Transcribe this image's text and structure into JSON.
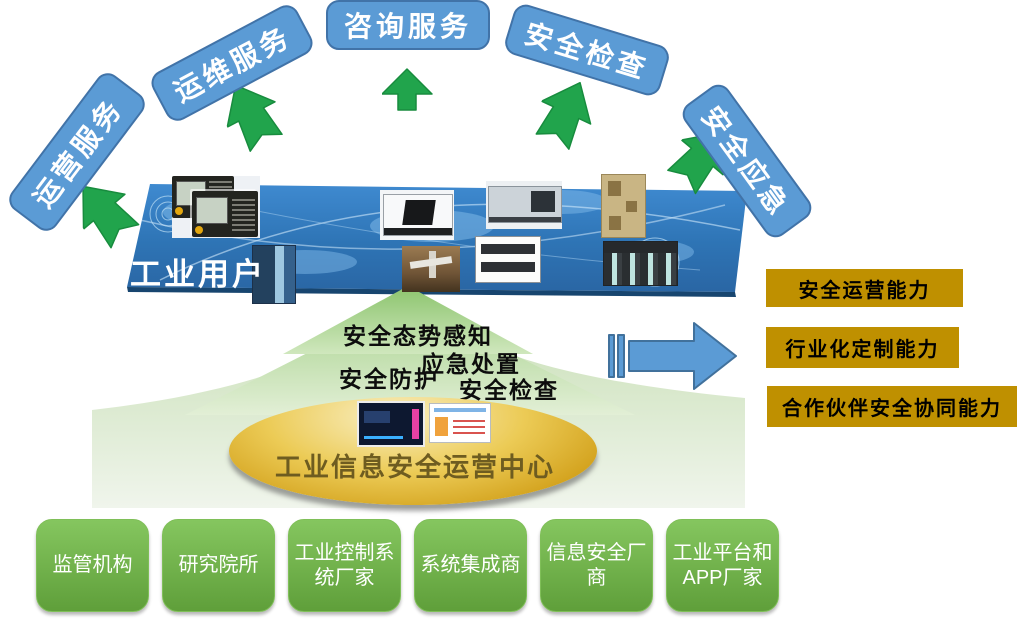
{
  "diagram": {
    "services": [
      {
        "label": "运营服务"
      },
      {
        "label": "运维服务"
      },
      {
        "label": "咨询服务"
      },
      {
        "label": "安全检查"
      },
      {
        "label": "安全应急"
      }
    ],
    "industrial_users": {
      "label": "工业用户",
      "devices": [
        "cnc-control-panels",
        "blue-plc-module",
        "vertical-machining-center",
        "factory-floor-photo",
        "cnc-lathe-machine",
        "white-plc-rack",
        "beige-controller",
        "black-plc-rack"
      ]
    },
    "soc_functions": [
      {
        "label": "安全态势感知"
      },
      {
        "label": "应急处置"
      },
      {
        "label": "安全防护"
      },
      {
        "label": "安全检查"
      }
    ],
    "soc_center": {
      "label": "工业信息安全运营中心",
      "screens": [
        "dark-dashboard-screenshot",
        "report-document-screenshot"
      ]
    },
    "capabilities": [
      {
        "label": "安全运营能力"
      },
      {
        "label": "行业化定制能力"
      },
      {
        "label": "合作伙伴安全协同能力"
      }
    ],
    "partners": [
      {
        "label": "监管机构"
      },
      {
        "label": "研究院所"
      },
      {
        "label": "工业控制系统厂家"
      },
      {
        "label": "系统集成商"
      },
      {
        "label": "信息安全厂商"
      },
      {
        "label": "工业平台和APP厂家"
      }
    ],
    "colors": {
      "service_box": "#5B9BD5",
      "service_box_border": "#4173A8",
      "arrow_green": "#21A44C",
      "capability_box": "#BF9000",
      "partner_box": "#6FB245",
      "map_blue": "#2E74B5",
      "ellipse_gold": "#D6A520",
      "tree_green": "#A9D08E"
    }
  }
}
